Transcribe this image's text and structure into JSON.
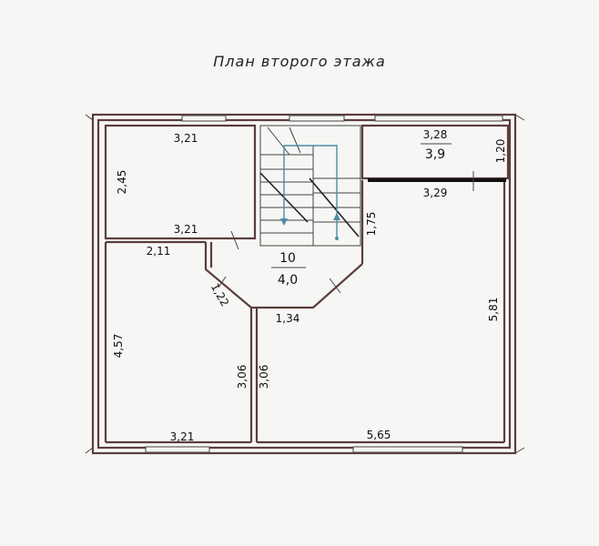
{
  "title": "План второго этажа",
  "rooms": {
    "top_left": {
      "dim_top": "3,21",
      "dim_bottom": "3,21",
      "dim_side": "2,45"
    },
    "hall": {
      "number": "10",
      "area": "4,0",
      "dim_left": "2,11",
      "dim_diag": "1,22",
      "dim_bottom": "1,34",
      "dim_right": "1,75"
    },
    "top_right": {
      "dim_top": "3,28",
      "area": "3,9",
      "dim_side": "1,20",
      "dim_bottom": "3,29"
    },
    "bottom_left": {
      "dim_side": "4,57",
      "dim_right": "3,06",
      "dim_bottom": "3,21"
    },
    "bottom_right": {
      "dim_left": "3,06",
      "dim_side": "5,81",
      "dim_bottom": "5,65"
    }
  },
  "colors": {
    "wall": "#5a3e3c",
    "stair_arrow": "#4b8ca8",
    "background": "#f6f6f4"
  }
}
